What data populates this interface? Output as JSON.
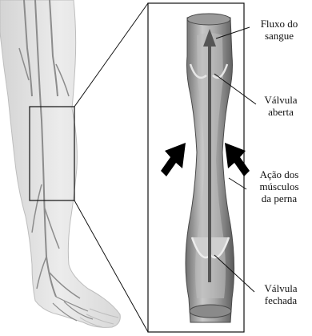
{
  "labels": {
    "blood_flow": [
      "Fluxo do",
      "sangue"
    ],
    "open_valve": [
      "Válvula",
      "aberta"
    ],
    "leg_muscles": [
      "Ação dos",
      "músculos",
      "da perna"
    ],
    "closed_valve": [
      "Válvula",
      "fechada"
    ]
  },
  "colors": {
    "leg_fill": "#e2e2e2",
    "leg_shade": "#cfcfcf",
    "vein_stroke": "#8c8c8c",
    "vein_fill": "#a9a9a9",
    "vein_dark": "#5e5e5e",
    "frame_stroke": "#111111",
    "arrow": "#000000"
  }
}
